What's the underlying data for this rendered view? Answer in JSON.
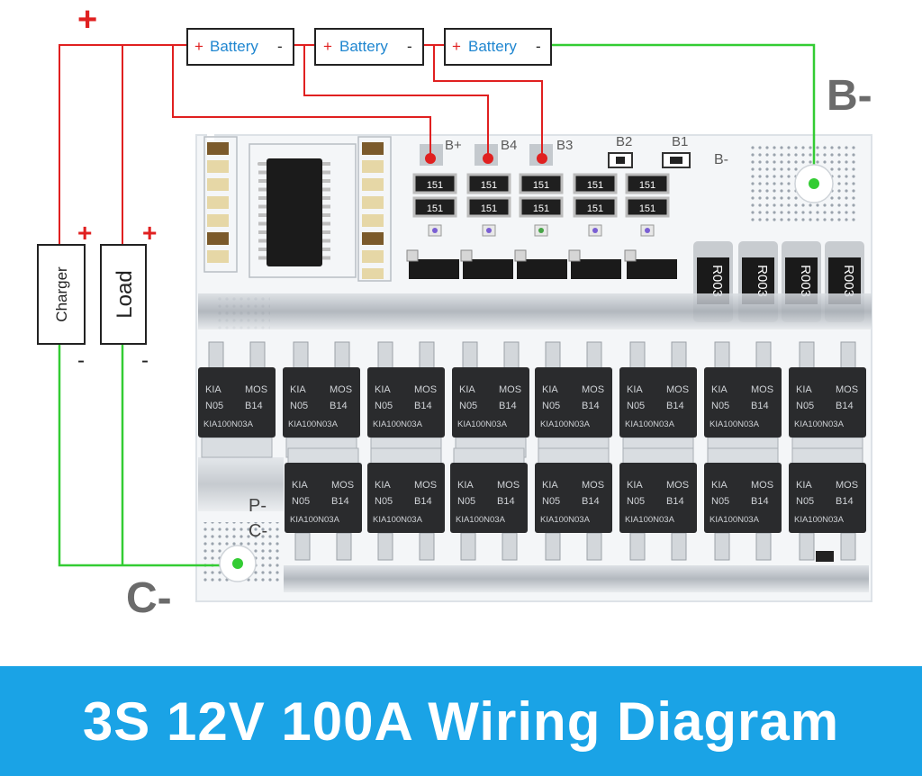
{
  "title": "3S 12V 100A Wiring Diagram",
  "batteries": [
    {
      "plus": "+",
      "label": "Battery",
      "minus": "-"
    },
    {
      "plus": "+",
      "label": "Battery",
      "minus": "-"
    },
    {
      "plus": "+",
      "label": "Battery",
      "minus": "-"
    }
  ],
  "charger": {
    "label": "Charger",
    "plus": "+",
    "minus": "-"
  },
  "load": {
    "label": "Load",
    "plus": "+",
    "minus": "-"
  },
  "main_plus": "+",
  "terminals": {
    "b_minus": "B-",
    "c_minus": "C-"
  },
  "board_pads": [
    "B+",
    "B4",
    "B3",
    "B2",
    "B1",
    "B-"
  ],
  "board_side_labels": [
    "P-",
    "C-"
  ],
  "resistor_code": "151",
  "shunt_code": "R003",
  "mosfet_text": {
    "line1": "KIA",
    "line2": "MOS",
    "line3": "N05",
    "line4": "B14",
    "line5": "KIA100N03A"
  },
  "colors": {
    "positive": "#e02020",
    "negative": "#33cc33",
    "banner": "#1aa3e6",
    "terminal_gray": "#6b6b6b"
  }
}
